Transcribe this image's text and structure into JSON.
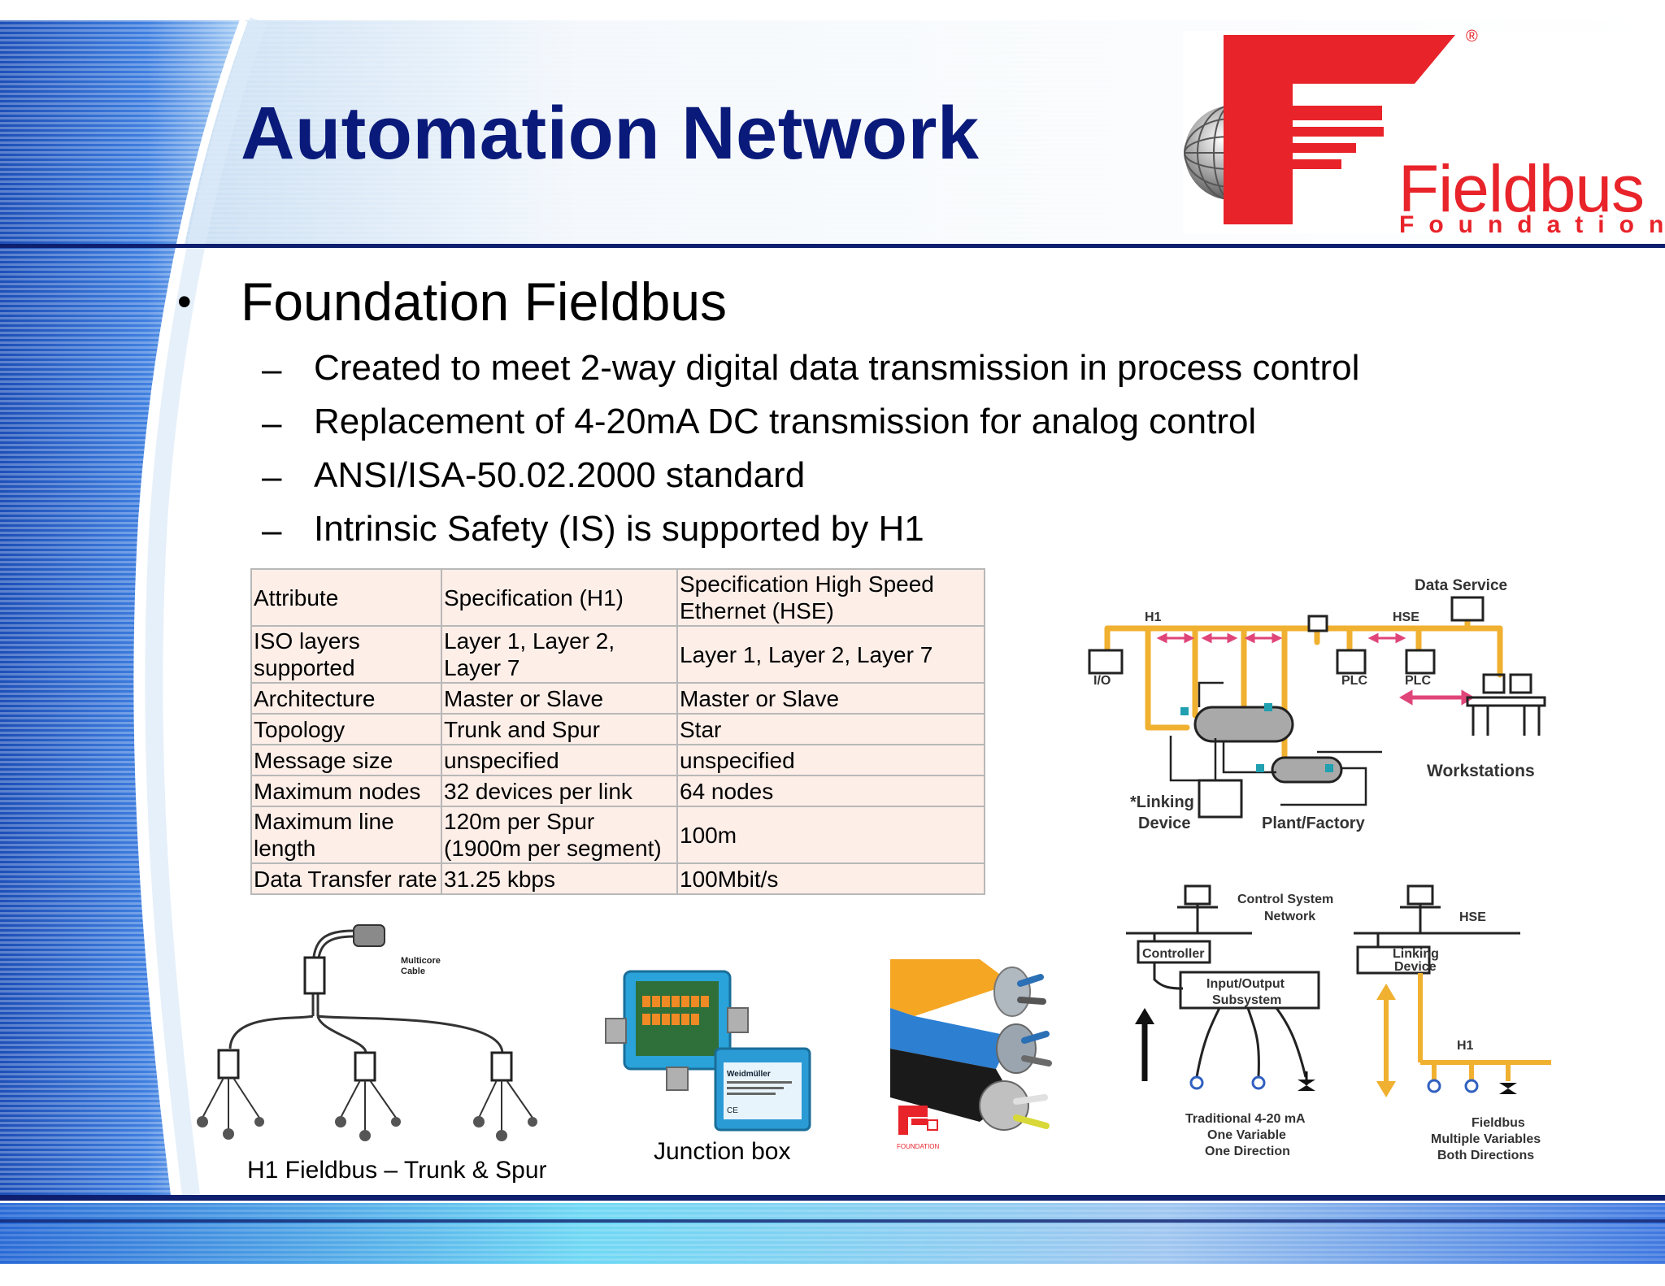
{
  "slide": {
    "title": "Automation Network",
    "logo": {
      "word": "Fieldbus",
      "sub": "Foundation",
      "registered": "®"
    }
  },
  "bullets": {
    "main": "Foundation Fieldbus",
    "dash": "–",
    "dot": "•",
    "items": [
      "Created to meet 2-way digital data transmission in process control",
      "Replacement of 4-20mA DC transmission for analog control",
      "ANSI/ISA-50.02.2000 standard",
      "Intrinsic Safety (IS) is supported by H1"
    ]
  },
  "table": {
    "header": [
      "Attribute",
      "Specification (H1)",
      "Specification High Speed Ethernet (HSE)"
    ],
    "rows": [
      [
        "ISO layers supported",
        "Layer 1, Layer 2, Layer 7",
        "Layer 1, Layer 2, Layer 7"
      ],
      [
        "Architecture",
        "Master or Slave",
        "Master or Slave"
      ],
      [
        "Topology",
        "Trunk and Spur",
        "Star"
      ],
      [
        "Message size",
        "unspecified",
        "unspecified"
      ],
      [
        "Maximum nodes",
        "32 devices per link",
        "64 nodes"
      ],
      [
        "Maximum line length",
        "120m per Spur (1900m per segment)",
        "100m"
      ],
      [
        "Data Transfer rate",
        "31.25 kbps",
        "100Mbit/s"
      ]
    ]
  },
  "captions": {
    "trunk_spur": "H1 Fieldbus – Trunk & Spur",
    "junction_box": "Junction box",
    "multicore": "Multicore\nCable",
    "multicore_1": "Multicore",
    "multicore_2": "Cable"
  },
  "network_diagram": {
    "data_service": "Data Service",
    "h1": "H1",
    "hse": "HSE",
    "io": "I/O",
    "plc1": "PLC",
    "plc2": "PLC",
    "workstations": "Workstations",
    "linking_device_1": "*Linking",
    "linking_device_2": "Device",
    "plant": "Plant/Factory"
  },
  "compare_diagram": {
    "control_net_1": "Control System",
    "control_net_2": "Network",
    "controller": "Controller",
    "io_sub_1": "Input/Output",
    "io_sub_2": "Subsystem",
    "trad_1": "Traditional 4-20 mA",
    "trad_2": "One Variable",
    "trad_3": "One Direction",
    "hse": "HSE",
    "linking_1": "Linking",
    "linking_2": "Device",
    "h1": "H1",
    "fb_1": "Fieldbus",
    "fb_2": "Multiple Variables",
    "fb_3": "Both Directions"
  },
  "junction_box_label": {
    "brand": "Weidmüller",
    "mark": "CE"
  },
  "cable_logo_text": "FOUNDATION",
  "colors": {
    "title": "#0a1a7a",
    "logo_red": "#e8232a",
    "bus_orange": "#f0b030",
    "table_fill": "#fdeee8",
    "arrow_pink": "#e0457a",
    "rule_navy": "#0d1f6e"
  }
}
